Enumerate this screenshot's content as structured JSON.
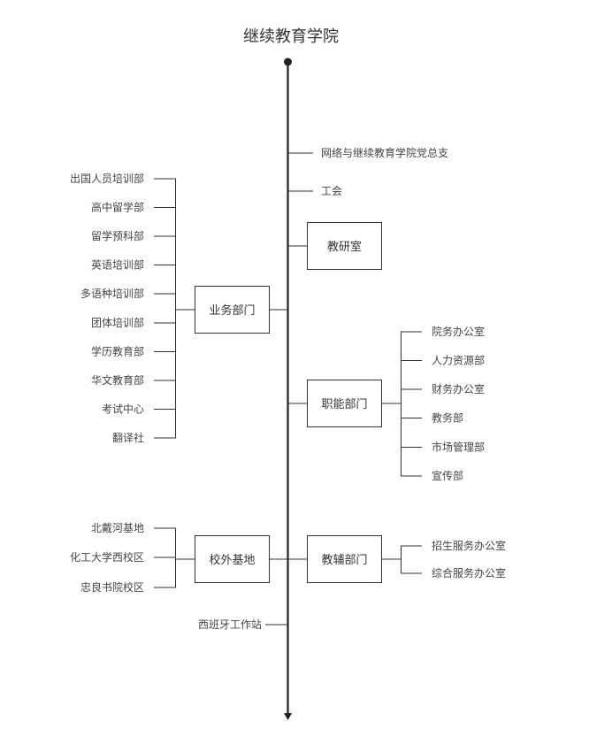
{
  "title": "继续教育学院",
  "direct_items": [
    "网络与继续教育学院党总支",
    "工会"
  ],
  "research": "教研室",
  "business": {
    "label": "业务部门",
    "children": [
      "出国人员培训部",
      "高中留学部",
      "留学预科部",
      "英语培训部",
      "多语种培训部",
      "团体培训部",
      "学历教育部",
      "华文教育部",
      "考试中心",
      "翻译社"
    ]
  },
  "functional": {
    "label": "职能部门",
    "children": [
      "院务办公室",
      "人力资源部",
      "财务办公室",
      "教务部",
      "市场管理部",
      "宣传部"
    ]
  },
  "bases": {
    "label": "校外基地",
    "children": [
      "北戴河基地",
      "化工大学西校区",
      "忠良书院校区"
    ]
  },
  "auxiliary": {
    "label": "教辅部门",
    "children": [
      "招生服务办公室",
      "综合服务办公室"
    ]
  },
  "spain": "西班牙工作站"
}
